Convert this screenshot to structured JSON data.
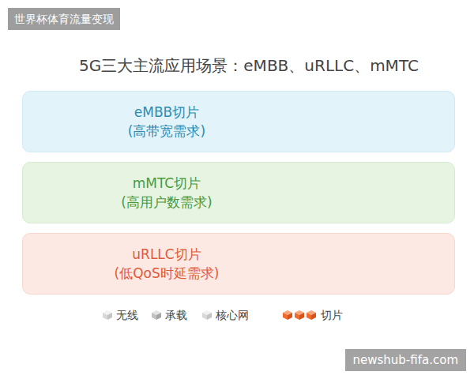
{
  "diagram": {
    "title": "5G三大主流应用场景：eMBB、uRLLC、mMTC",
    "nodes": [
      {
        "text": [
          "eMBB切片",
          "(高带宽需求)"
        ]
      },
      {
        "text": [
          "mMTC切片",
          "(高用户数需求)"
        ]
      },
      {
        "text": [
          "uRLLC切片",
          "(低QoS时延需求)"
        ]
      }
    ],
    "labels": [
      "世界杯体育流量变现",
      "newshub-fifa.com"
    ],
    "legend": [
      {
        "text": "无线"
      },
      {
        "text": "承载"
      },
      {
        "text": "核心网"
      },
      {
        "text": "切片"
      }
    ]
  }
}
